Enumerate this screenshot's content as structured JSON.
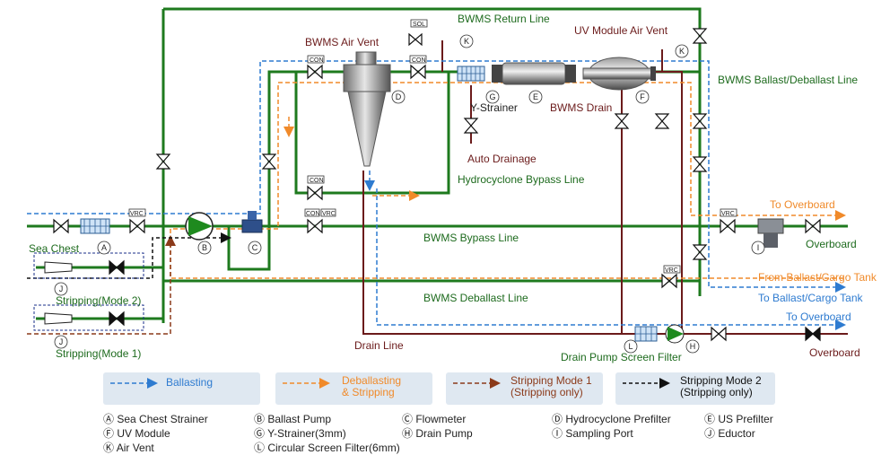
{
  "labels": {
    "bwms_return_line": "BWMS Return Line",
    "bwms_air_vent": "BWMS Air Vent",
    "uv_air_vent": "UV Module Air Vent",
    "ballast_deballast_line": "BWMS Ballast/Deballast Line",
    "y_strainer": "Y-Strainer",
    "bwms_drain": "BWMS Drain",
    "auto_drainage": "Auto Drainage",
    "hydrocyclone_bypass": "Hydrocyclone Bypass Line",
    "to_overboard_1": "To Overboard",
    "overboard_1": "Overboard",
    "sea_chest": "Sea Chest",
    "bwms_bypass_line": "BWMS Bypass Line",
    "from_tank": "From Ballast/Cargo Tank",
    "to_tank": "To Ballast/Cargo Tank",
    "stripping_mode2": "Stripping(Mode 2)",
    "bwms_deballast_line": "BWMS Deballast Line",
    "to_overboard_2": "To Overboard",
    "stripping_mode1": "Stripping(Mode 1)",
    "drain_line": "Drain Line",
    "drain_pump_filter": "Drain Pump Screen Filter",
    "overboard_2": "Overboard"
  },
  "markers": {
    "A": "A",
    "B": "B",
    "C": "C",
    "D": "D",
    "E": "E",
    "F": "F",
    "G": "G",
    "H": "H",
    "I": "I",
    "J": "J",
    "K": "K",
    "L": "L"
  },
  "tags": {
    "con": "CON",
    "vrc": "VRC",
    "sol": "SOL"
  },
  "legend": {
    "ballasting": "Ballasting",
    "deballasting_1": "Deballasting",
    "deballasting_2": "& Stripping",
    "strip1_1": "Stripping Mode 1",
    "strip1_2": "(Stripping only)",
    "strip2_1": "Stripping Mode 2",
    "strip2_2": "(Stripping only)"
  },
  "key": [
    {
      "mark": "A",
      "text": "Sea Chest Strainer"
    },
    {
      "mark": "B",
      "text": "Ballast Pump"
    },
    {
      "mark": "C",
      "text": "Flowmeter"
    },
    {
      "mark": "D",
      "text": "Hydrocyclone Prefilter"
    },
    {
      "mark": "E",
      "text": "US Prefilter"
    },
    {
      "mark": "F",
      "text": "UV Module"
    },
    {
      "mark": "G",
      "text": "Y-Strainer(3mm)"
    },
    {
      "mark": "H",
      "text": "Drain Pump"
    },
    {
      "mark": "I",
      "text": "Sampling Port"
    },
    {
      "mark": "J",
      "text": "Eductor"
    },
    {
      "mark": "K",
      "text": "Air Vent"
    },
    {
      "mark": "L",
      "text": "Circular Screen Filter(6mm)"
    }
  ],
  "colors": {
    "main_line": "#1e7a1e",
    "drain_line": "#6b1b1b",
    "ballasting": "#2e7bd0",
    "deballasting": "#f08a2a",
    "stripping1": "#8b3a1a",
    "stripping2": "#111111",
    "legend_bg": "#dfe8f1"
  }
}
